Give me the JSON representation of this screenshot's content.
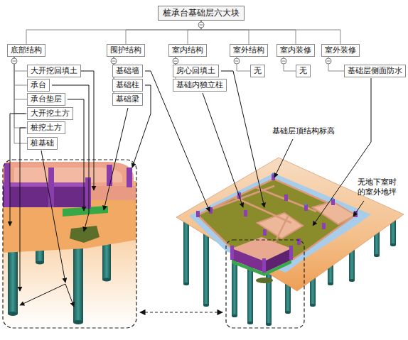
{
  "diagram": {
    "nodes": [
      {
        "text": [
          "桩承台基础层六大块"
        ]
      },
      {
        "text": [
          "底部结构"
        ]
      },
      {
        "text": [
          "大开挖回填土"
        ]
      },
      {
        "text": [
          "承台"
        ]
      },
      {
        "text": [
          "承台垫层"
        ]
      },
      {
        "text": [
          "大开挖土方"
        ]
      },
      {
        "text": [
          "桩挖土方"
        ]
      },
      {
        "text": [
          "桩基础"
        ]
      },
      {
        "text": [
          "围护结构"
        ]
      },
      {
        "text": [
          "基础墙"
        ]
      },
      {
        "text": [
          "基础柱"
        ]
      },
      {
        "text": [
          "基础梁"
        ]
      },
      {
        "text": [
          "室内结构"
        ]
      },
      {
        "text": [
          "房心回填土"
        ]
      },
      {
        "text": [
          "基础内独立柱"
        ]
      },
      {
        "text": [
          "室外结构"
        ]
      },
      {
        "text": [
          "无"
        ]
      },
      {
        "text": [
          "室内装修"
        ]
      },
      {
        "text": [
          "无"
        ]
      },
      {
        "text": [
          "室外装修"
        ]
      },
      {
        "text": [
          "基础层侧面防水"
        ]
      }
    ],
    "edges": [
      {
        "from": 0,
        "to": 1,
        "arrow": "none"
      },
      {
        "from": 0,
        "to": 8,
        "arrow": "none"
      },
      {
        "from": 0,
        "to": 12,
        "arrow": "none"
      },
      {
        "from": 0,
        "to": 15,
        "arrow": "none"
      },
      {
        "from": 0,
        "to": 17,
        "arrow": "none"
      },
      {
        "from": 0,
        "to": 19,
        "arrow": "none"
      },
      {
        "from": 1,
        "to": 2,
        "arrow": "none"
      },
      {
        "from": 1,
        "to": 3,
        "arrow": "none"
      },
      {
        "from": 1,
        "to": 4,
        "arrow": "none"
      },
      {
        "from": 1,
        "to": 5,
        "arrow": "none"
      },
      {
        "from": 1,
        "to": 6,
        "arrow": "none"
      },
      {
        "from": 1,
        "to": 7,
        "arrow": "none"
      },
      {
        "from": 8,
        "to": 9,
        "arrow": "none"
      },
      {
        "from": 8,
        "to": 10,
        "arrow": "none"
      },
      {
        "from": 8,
        "to": 11,
        "arrow": "none"
      },
      {
        "from": 12,
        "to": 13,
        "arrow": "none"
      },
      {
        "from": 12,
        "to": 14,
        "arrow": "none"
      },
      {
        "from": 15,
        "to": 16,
        "arrow": "none"
      },
      {
        "from": 17,
        "to": 18,
        "arrow": "none"
      },
      {
        "from": 19,
        "to": 20,
        "arrow": "none"
      }
    ],
    "labels": [
      "基础层顶结构标高",
      "无地下室时的室外地坪"
    ]
  }
}
